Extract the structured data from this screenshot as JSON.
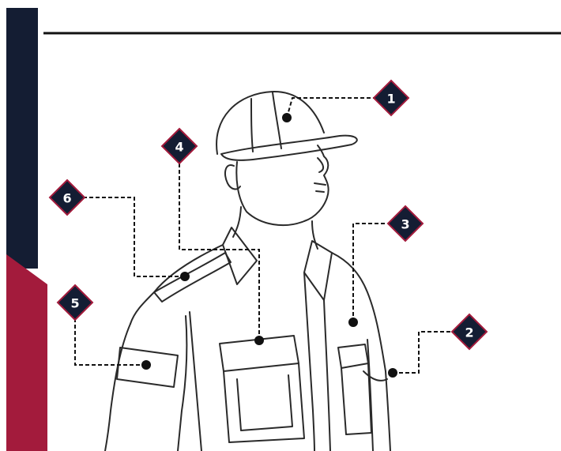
{
  "colors": {
    "navy": "#141d33",
    "crimson": "#a31b3c",
    "line": "#111111",
    "sketch": "#2a2a2a"
  },
  "markers": [
    {
      "label": "1",
      "part": "cap"
    },
    {
      "label": "2",
      "part": "sleeve"
    },
    {
      "label": "3",
      "part": "chest"
    },
    {
      "label": "4",
      "part": "pocket-flap"
    },
    {
      "label": "5",
      "part": "arm-patch"
    },
    {
      "label": "6",
      "part": "epaulette"
    }
  ]
}
